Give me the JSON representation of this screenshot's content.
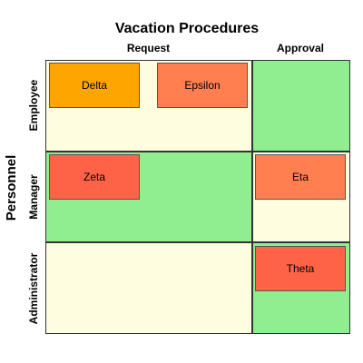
{
  "diagram": {
    "title": "Vacation Procedures",
    "pool": "Personnel",
    "columns": [
      "Request",
      "Approval"
    ],
    "lanes": [
      "Employee",
      "Manager",
      "Administrator"
    ],
    "cells": {
      "employee": {
        "request": "#fffde0",
        "approval": "#90ee90"
      },
      "manager": {
        "request": "#90ee90",
        "approval": "#fffde0"
      },
      "administrator": {
        "request": "#fffde0",
        "approval": "#90ee90"
      }
    },
    "tasks": [
      {
        "label": "Delta",
        "lane": "Employee",
        "column": "Request",
        "color": "#ffa500"
      },
      {
        "label": "Epsilon",
        "lane": "Employee",
        "column": "Request",
        "color": "#ff7f50"
      },
      {
        "label": "Zeta",
        "lane": "Manager",
        "column": "Request",
        "color": "#ff6347"
      },
      {
        "label": "Eta",
        "lane": "Manager",
        "column": "Approval",
        "color": "#ff7f50"
      },
      {
        "label": "Theta",
        "lane": "Administrator",
        "column": "Approval",
        "color": "#ff6347"
      }
    ]
  }
}
